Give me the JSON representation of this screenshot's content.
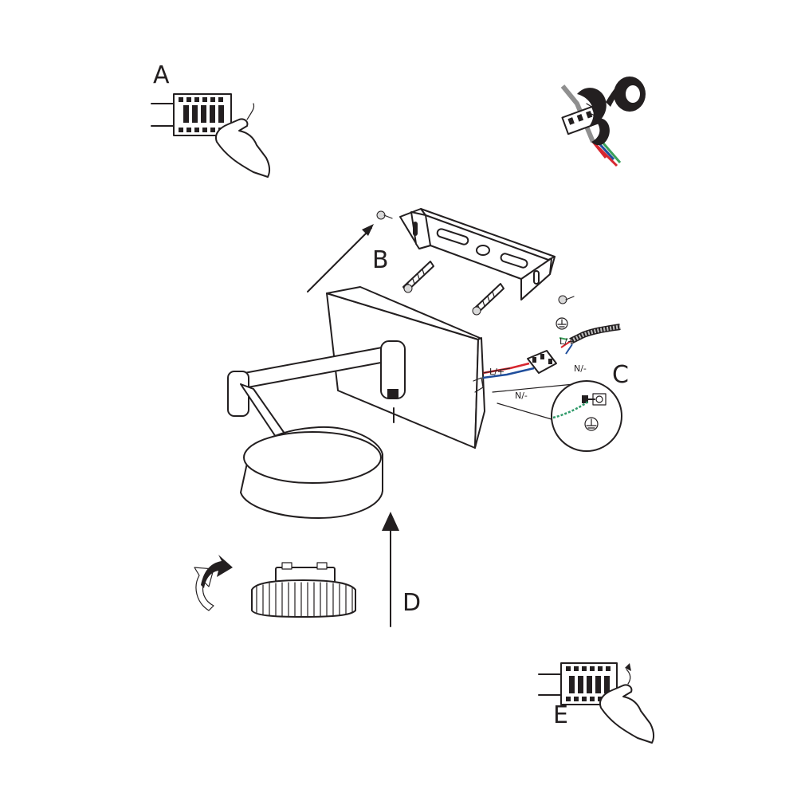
{
  "steps": {
    "a": "A",
    "b": "B",
    "c": "C",
    "d": "D",
    "e": "E"
  },
  "wires": {
    "live_1": "L/+",
    "neutral_1": "N/-",
    "live_2": "L/+",
    "neutral_2": "N/-"
  },
  "colors": {
    "line": "#231f20",
    "wire_red": "#d7262f",
    "wire_blue": "#1f4e9c",
    "wire_green": "#3aa05a",
    "earth_green_yellow": "#2f9a6a"
  },
  "icons": [
    "terminal-block-icon",
    "insulation-tape-icon",
    "mounting-bracket-icon",
    "screw-icon",
    "wall-plug-icon",
    "earth-symbol-icon",
    "rotate-arrow-icon",
    "led-module-icon"
  ]
}
